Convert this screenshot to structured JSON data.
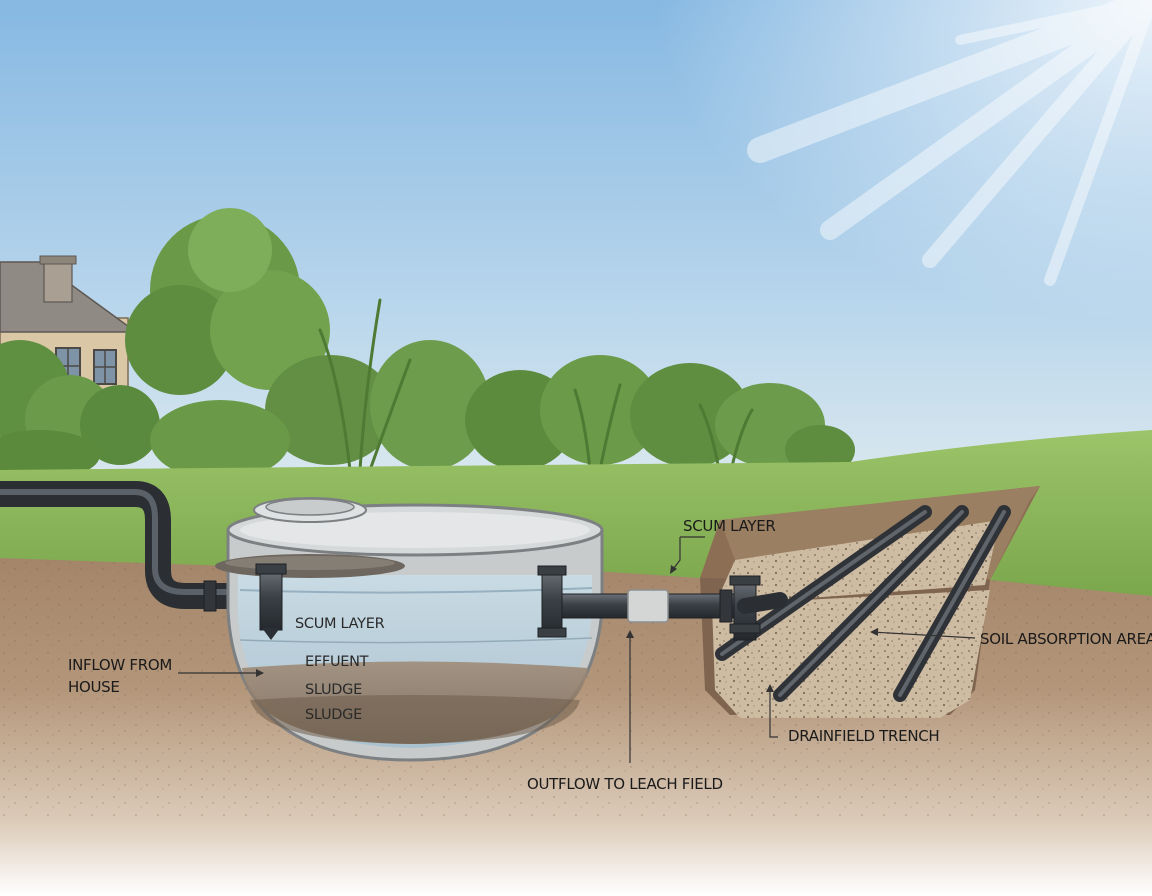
{
  "labels": {
    "inflow_line1": "INFLOW FROM",
    "inflow_line2": "HOUSE",
    "scum_tank": "SCUM LAYER",
    "effluent": "EFFUENT",
    "sludge_1": "SLUDGE",
    "sludge_2": "SLUDGE",
    "scum_top": "SCUM LAYER",
    "outflow": "OUTFLOW TO LEACH FIELD",
    "soil_absorption": "SOIL ABSORPTION AREA",
    "drainfield_trench": "DRAINFIELD TRENCH"
  },
  "colors": {
    "sky_top": "#8fbde3",
    "sky_bottom": "#e7eef0",
    "grass": "#8cb55a",
    "soil": "#a88a6e",
    "pipe": "#3d4248",
    "water": "#b8cdd8",
    "sludge": "#8f7a66",
    "gravel": "#cbb9a0"
  }
}
